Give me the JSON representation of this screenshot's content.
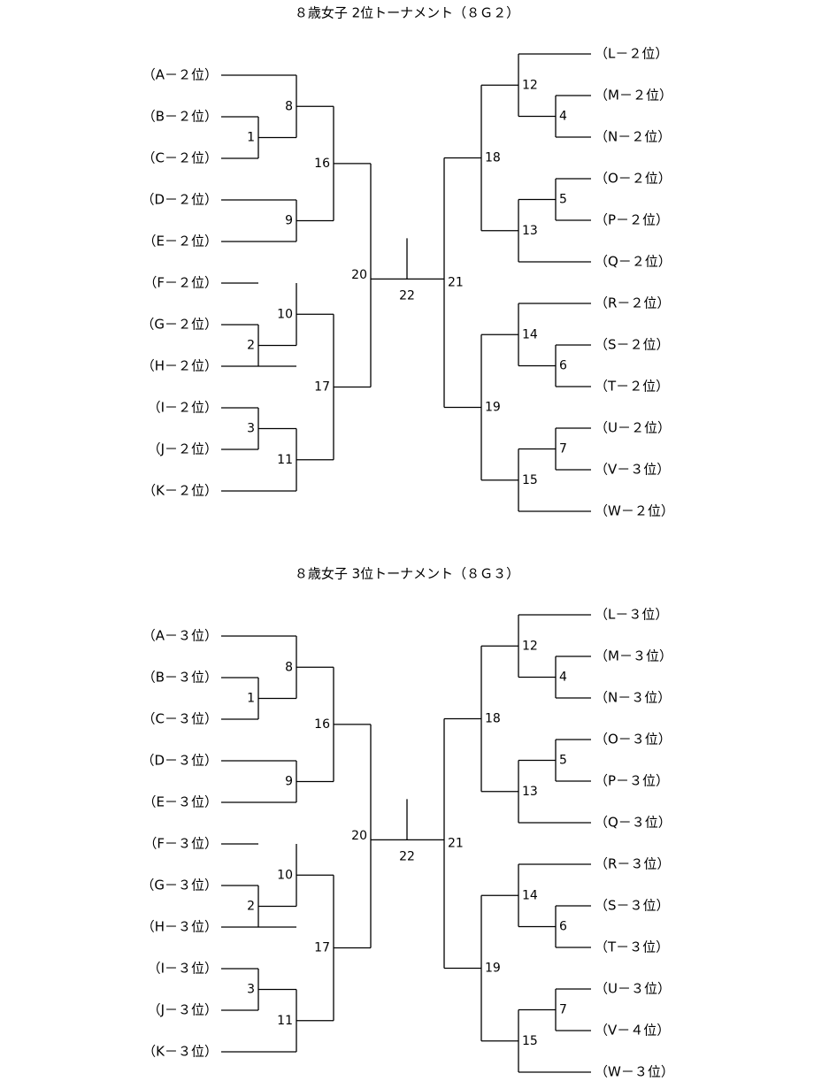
{
  "brackets": [
    {
      "title": "８歳女子 2位トーナメント（８Ｇ２）",
      "left_teams": [
        "（A－２位）",
        "（B－２位）",
        "（C－２位）",
        "（D－２位）",
        "（E－２位）",
        "（F－２位）",
        "（G－２位）",
        "（H－２位）",
        "（I－２位）",
        "（J－２位）",
        "（K－２位）"
      ],
      "right_teams": [
        "（L－２位）",
        "（M－２位）",
        "（N－２位）",
        "（O－２位）",
        "（P－２位）",
        "（Q－２位）",
        "（R－２位）",
        "（S－２位）",
        "（T－２位）",
        "（U－２位）",
        "（V－３位）",
        "（W－２位）"
      ],
      "match_numbers": [
        "1",
        "2",
        "3",
        "4",
        "5",
        "6",
        "7",
        "8",
        "9",
        "10",
        "11",
        "12",
        "13",
        "14",
        "15",
        "16",
        "17",
        "18",
        "19",
        "20",
        "21",
        "22"
      ]
    },
    {
      "title": "８歳女子 3位トーナメント（８Ｇ３）",
      "left_teams": [
        "（A－３位）",
        "（B－３位）",
        "（C－３位）",
        "（D－３位）",
        "（E－３位）",
        "（F－３位）",
        "（G－３位）",
        "（H－３位）",
        "（I－３位）",
        "（J－３位）",
        "（K－３位）"
      ],
      "right_teams": [
        "（L－３位）",
        "（M－３位）",
        "（N－３位）",
        "（O－３位）",
        "（P－３位）",
        "（Q－３位）",
        "（R－３位）",
        "（S－３位）",
        "（T－３位）",
        "（U－３位）",
        "（V－４位）",
        "（W－３位）"
      ],
      "match_numbers": [
        "1",
        "2",
        "3",
        "4",
        "5",
        "6",
        "7",
        "8",
        "9",
        "10",
        "11",
        "12",
        "13",
        "14",
        "15",
        "16",
        "17",
        "18",
        "19",
        "20",
        "21",
        "22"
      ]
    }
  ]
}
